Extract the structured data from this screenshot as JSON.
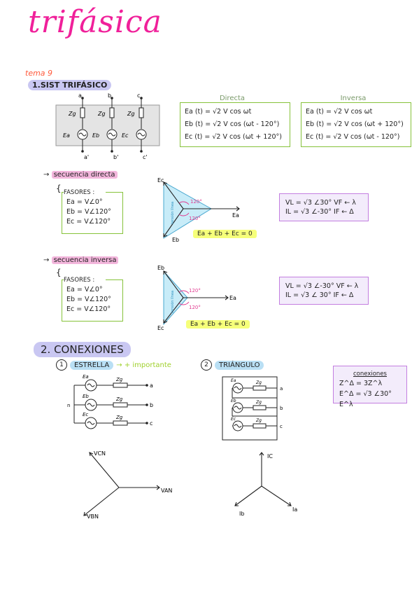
{
  "title": "trifásica",
  "tema": "tema 9",
  "section1": {
    "heading": "1.SIST TRIFÁSICO",
    "nodes_top": [
      "a",
      "b",
      "c"
    ],
    "nodes_bottom": [
      "a'",
      "b'",
      "c'"
    ],
    "impedance": "Zg",
    "sources": [
      "Ea",
      "Eb",
      "Ec"
    ],
    "directa": {
      "header": "Directa",
      "lines": [
        "Ea (t) = √2 V cos ωt",
        "Eb (t) = √2 V cos (ωt - 120°)",
        "Ec (t) = √2 V cos (ωt + 120°)"
      ]
    },
    "inversa": {
      "header": "Inversa",
      "lines": [
        "Ea (t) = √2 V cos ωt",
        "Eb (t) = √2 V cos (ωt + 120°)",
        "Ec (t) = √2 V cos (ωt - 120°)"
      ]
    }
  },
  "seq_directa": {
    "label": "secuencia directa",
    "fasores_title": "FASORES :",
    "fasores": [
      "Ea = V∠0°",
      "Eb = V∠120°",
      "Ec = V∠120°"
    ],
    "phasor_labels": [
      "Ec",
      "Ea",
      "Eb"
    ],
    "angles": [
      "120°",
      "120°"
    ],
    "triangle_label": "tensión línea",
    "sum": "Ea + Eb + Ec = 0",
    "relations": [
      "VL = √3 ∠30° VF ← λ",
      "IL = √3 ∠-30° IF ← Δ"
    ]
  },
  "seq_inversa": {
    "label": "secuencia inversa",
    "fasores_title": "FASORES :",
    "fasores": [
      "Ea = V∠0°",
      "Eb = V∠120°",
      "Ec = V∠120°"
    ],
    "phasor_labels": [
      "Eb",
      "Ea",
      "Ec"
    ],
    "angles": [
      "120°",
      "120°"
    ],
    "triangle_label": "tensión línea",
    "sum": "Ea + Eb + Ec = 0",
    "relations": [
      "VL = √3 ∠-30° VF ← λ",
      "IL = √3 ∠ 30° IF ← Δ"
    ]
  },
  "section2": {
    "heading": "2. CONEXIONES",
    "estrella": "ESTRELLA",
    "estrella_note": "→ + importante",
    "triangulo": "TRIÁNGULO",
    "circle1": "1",
    "circle2": "2",
    "neutral": "n",
    "outputs": [
      "a",
      "b",
      "c"
    ],
    "zg": "Zg",
    "sources": [
      "Ea",
      "Eb",
      "Ec"
    ],
    "conexiones_title": "conexiones",
    "conexiones": [
      "Z^Δ = 3Z^λ",
      "E^Δ = √3 ∠30° E^λ"
    ],
    "star_labels": [
      "VCN",
      "VAN",
      "VBN"
    ],
    "tri_labels": [
      "IC",
      "Ia",
      "Ib"
    ]
  }
}
